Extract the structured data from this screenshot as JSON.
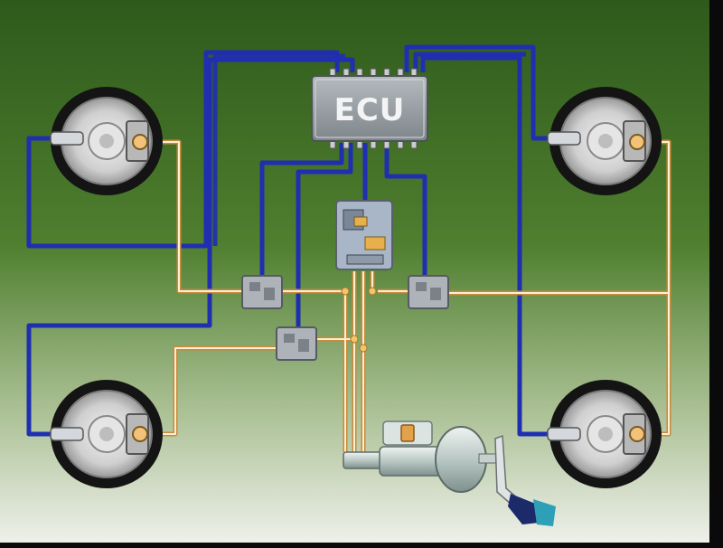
{
  "diagram": {
    "ecu": {
      "label": "ECU"
    },
    "colors": {
      "background_top": "#2f5a1c",
      "background_mid": "#5e8a3a",
      "background_bottom": "#e6ebe0",
      "sensor_wire": "#1f2fb0",
      "brake_line": "#e8b56a",
      "ecu_body": "#9aa1a6",
      "tire": "#151515",
      "rotor": "#d9d9d9"
    },
    "wheels": [
      {
        "id": "front-left"
      },
      {
        "id": "front-right"
      },
      {
        "id": "rear-left"
      },
      {
        "id": "rear-right"
      }
    ],
    "valves": [
      {
        "id": "valve-front-left"
      },
      {
        "id": "valve-front-right"
      },
      {
        "id": "valve-rear"
      }
    ],
    "components": {
      "pump": "hydraulic-unit",
      "master_cylinder": "master-cylinder",
      "booster": "brake-booster",
      "pedal": "brake-pedal"
    }
  }
}
